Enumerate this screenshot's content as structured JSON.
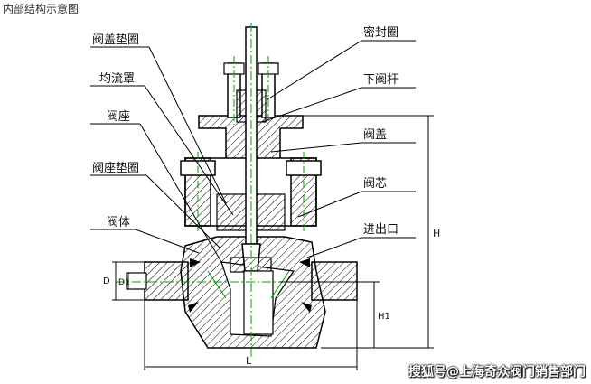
{
  "caption": "内部结构示意图",
  "labels": {
    "left": [
      "阀盖垫圈",
      "均流罩",
      "阀座",
      "阀座垫圈",
      "阀体"
    ],
    "right": [
      "密封圈",
      "下阀杆",
      "阀盖",
      "阀芯",
      "进出口"
    ]
  },
  "dims": {
    "H": "H",
    "L": "L",
    "D": "D",
    "Dn": "D1",
    "H1": "H1"
  },
  "watermark": "搜狐号@上海奇众阀门销售部门",
  "colors": {
    "line": "#000000",
    "center": "#00a000",
    "hatch": "#000000"
  }
}
